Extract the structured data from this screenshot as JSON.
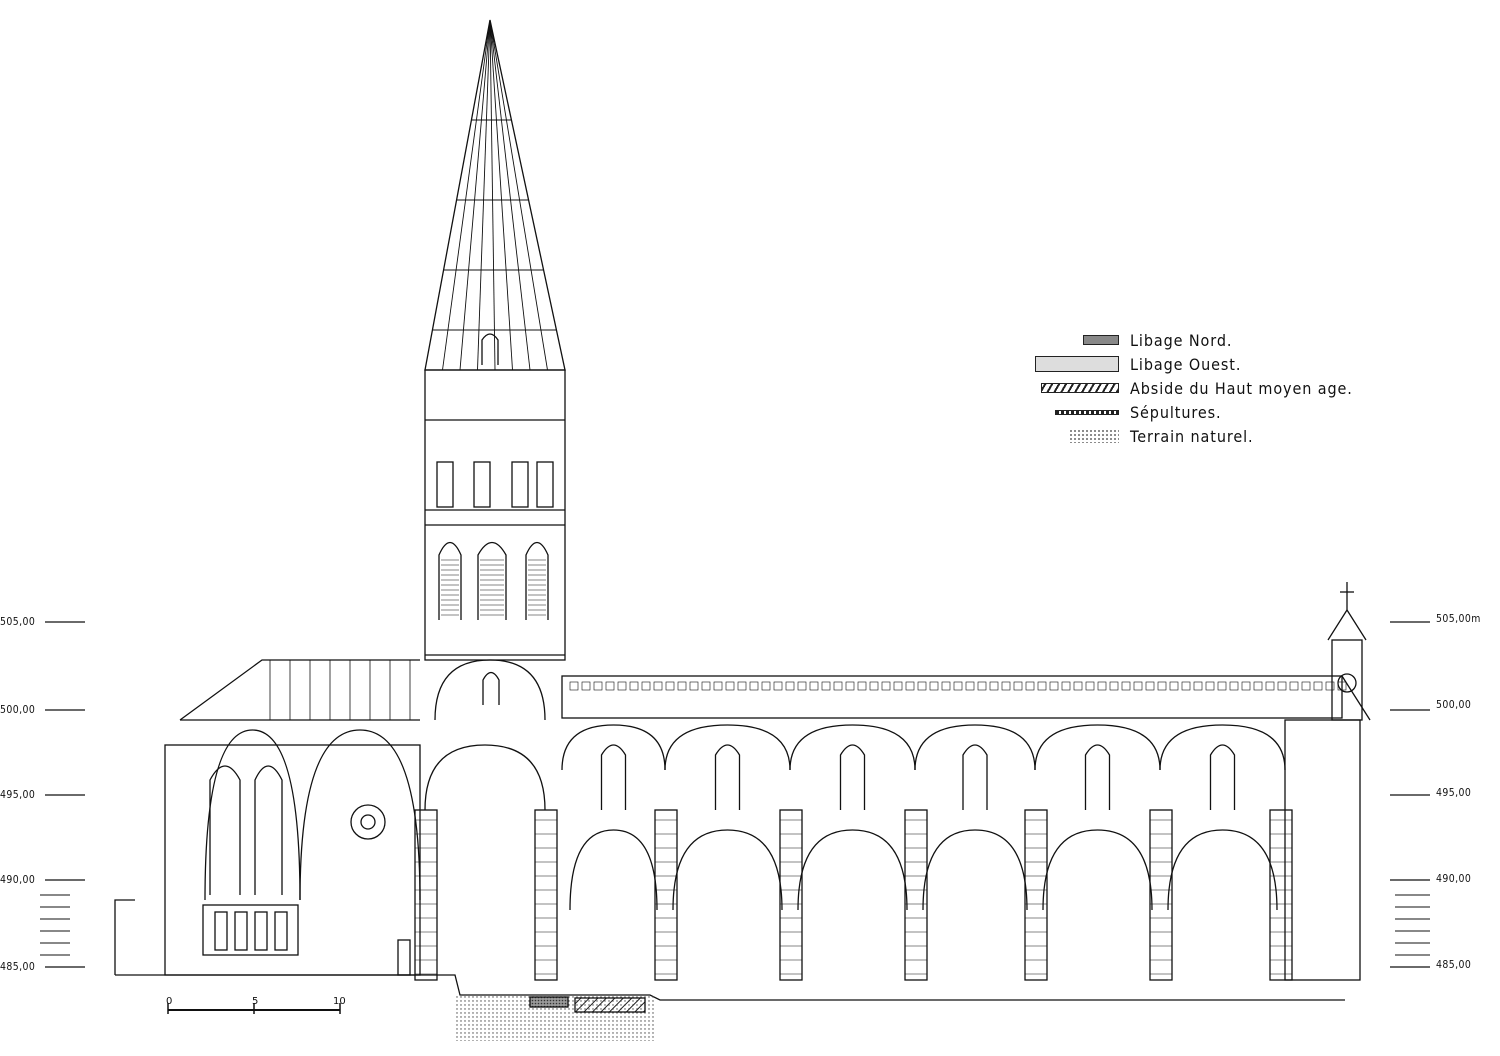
{
  "legend": [
    {
      "label": "Libage Nord.",
      "pattern": "cross-hatch"
    },
    {
      "label": "Libage Ouest.",
      "pattern": "light-dots"
    },
    {
      "label": "Abside du Haut moyen age.",
      "pattern": "diagonal-hatch"
    },
    {
      "label": "Sépultures.",
      "pattern": "dashed-band"
    },
    {
      "label": "Terrain naturel.",
      "pattern": "stipple"
    }
  ],
  "elevations_left": [
    "505,00",
    "500,00",
    "495,00",
    "490,00",
    "485,00"
  ],
  "elevations_right": [
    "505,00m",
    "500,00",
    "495,00",
    "490,00",
    "485,00"
  ],
  "scale_bar": {
    "labels": [
      "0",
      "5",
      "10"
    ],
    "unit_max_m": 10
  },
  "colors": {
    "ink": "#111111",
    "paper": "#ffffff"
  }
}
